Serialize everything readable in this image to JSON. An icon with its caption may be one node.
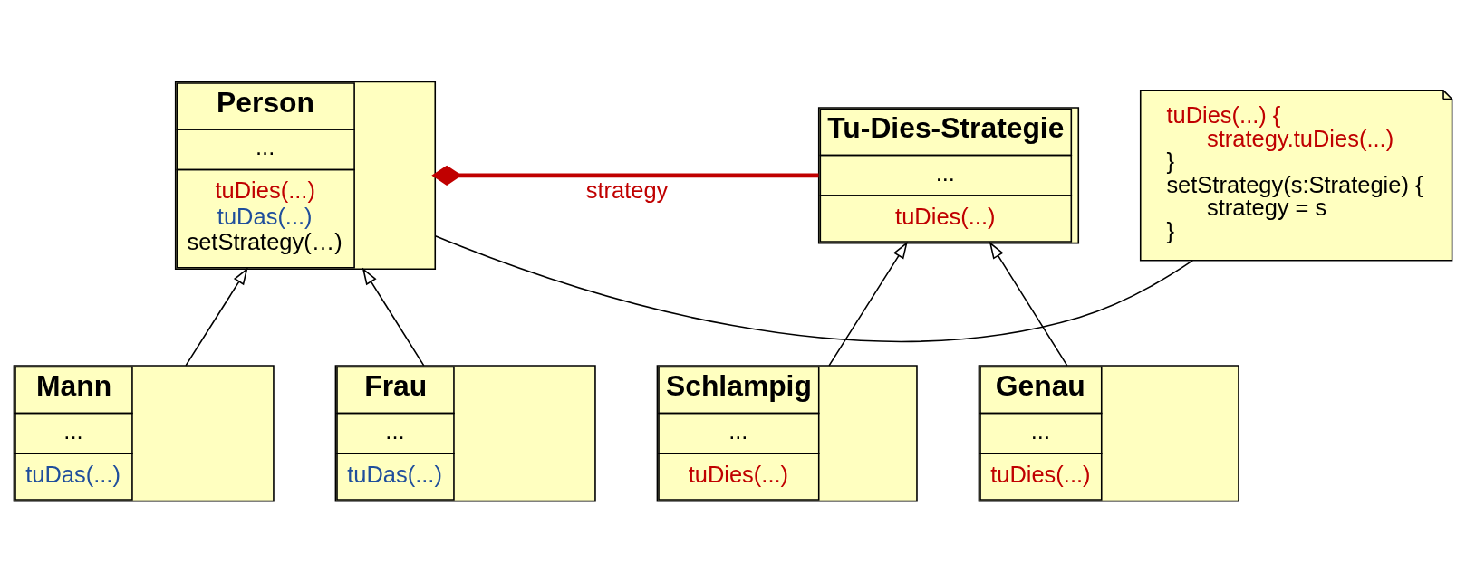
{
  "diagram": {
    "nodes": [
      {
        "text": [
          "Person",
          "...",
          "tuDies(...)",
          "tuDas(...)",
          "setStrategy(…)"
        ]
      },
      {
        "text": [
          "tuDies(...) {",
          "strategy.tuDies(...)",
          "}",
          "setStrategy(s:Strategie) {",
          "strategy = s",
          "}"
        ]
      },
      {
        "text": [
          "Tu-Dies-Strategie",
          "...",
          "tuDies(...)"
        ]
      },
      {
        "text": [
          "Mann",
          "...",
          "tuDas(...)"
        ]
      },
      {
        "text": [
          "Frau",
          "...",
          "tuDas(...)"
        ]
      },
      {
        "text": [
          "Schlampig",
          "...",
          "tuDies(...)"
        ]
      },
      {
        "text": [
          "Genau",
          "...",
          "tuDies(...)"
        ]
      }
    ],
    "edges": [
      {
        "from": 0,
        "to": 2,
        "arrow": "other",
        "label": "strategy",
        "style": "thick",
        "color": "#c00000"
      },
      {
        "from": 1,
        "to": 0,
        "arrow": "none"
      },
      {
        "from": 3,
        "to": 0,
        "arrow": "to"
      },
      {
        "from": 4,
        "to": 0,
        "arrow": "to"
      },
      {
        "from": 5,
        "to": 2,
        "arrow": "to"
      },
      {
        "from": 6,
        "to": 2,
        "arrow": "to"
      }
    ]
  }
}
